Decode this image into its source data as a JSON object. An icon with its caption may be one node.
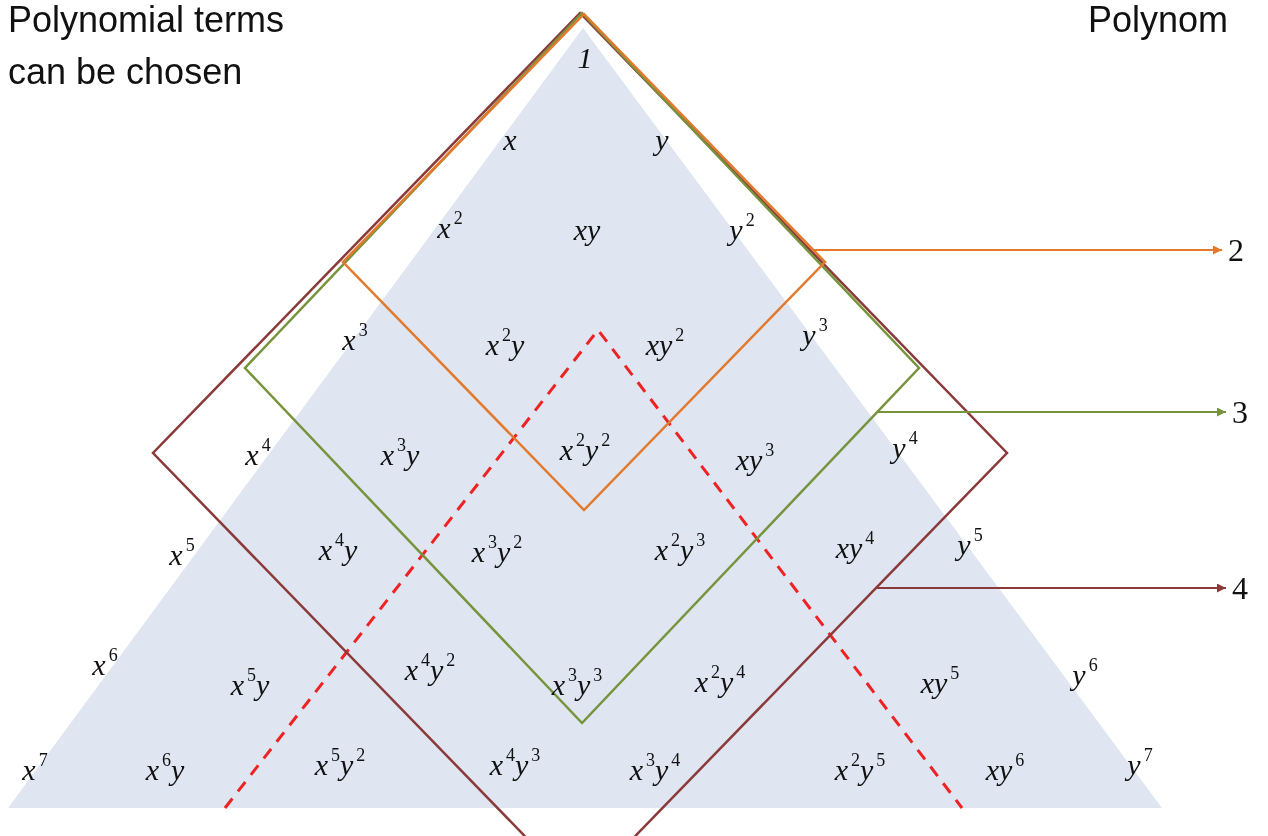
{
  "diagram": {
    "nodes": [
      {
        "text": [],
        "shape": "diamond",
        "in": 1
      },
      {
        "text": [],
        "shape": "diamond",
        "in": 2
      },
      {
        "text": [],
        "shape": "diamond"
      },
      {
        "text": [
          "2"
        ]
      },
      {
        "text": [
          "3"
        ]
      },
      {
        "text": [
          "4"
        ]
      }
    ],
    "edges": [
      {
        "from": 0,
        "to": 3,
        "arrow": "to",
        "color": "#e2792c"
      },
      {
        "from": 1,
        "to": 4,
        "arrow": "to",
        "color": "#77933c"
      },
      {
        "from": 2,
        "to": 5,
        "arrow": "to",
        "color": "#8b3a3a"
      }
    ],
    "labels": [
      "Polynomial terms can be chosen",
      "Polynom",
      "1",
      "x",
      "y",
      "x$^{2}$",
      "xy",
      "y$^{2}$",
      "x$^{3}$",
      "x$^{2}$y",
      "xy$^{2}$",
      "y$^{3}$",
      "x$^{4}$",
      "x$^{3}$y",
      "x$^{2}$y$^{2}$",
      "xy$^{3}$",
      "y$^{4}$",
      "x$^{5}$",
      "x$^{4}$y",
      "x$^{3}$y$^{2}$",
      "x$^{2}$y$^{3}$",
      "xy$^{4}$",
      "y$^{5}$",
      "x$^{6}$",
      "x$^{5}$y",
      "x$^{4}$y$^{2}$",
      "x$^{3}$y$^{3}$",
      "x$^{2}$y$^{4}$",
      "xy$^{5}$",
      "y$^{6}$",
      "x$^{7}$",
      "x$^{6}$y",
      "x$^{5}$y$^{2}$",
      "x$^{4}$y$^{3}$",
      "x$^{3}$y$^{4}$",
      "x$^{2}$y$^{5}$",
      "xy$^{6}$",
      "y$^{7}$"
    ]
  }
}
